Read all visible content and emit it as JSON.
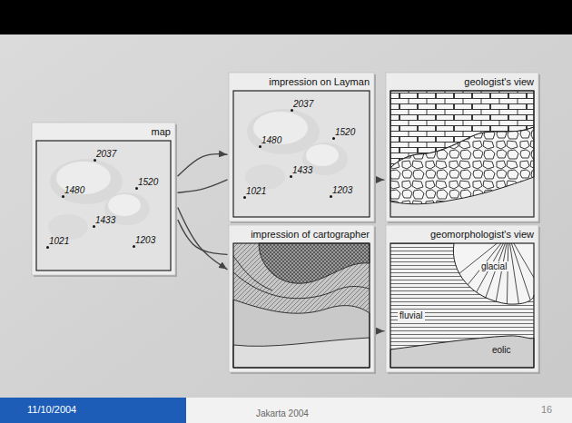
{
  "diagram": {
    "nodes": [
      {
        "text": [
          "map",
          "2037",
          "1480",
          "1520",
          "1433",
          "1021",
          "1203"
        ]
      },
      {
        "text": [
          "impression on Layman",
          "2037",
          "1480",
          "1520",
          "1433",
          "1021",
          "1203"
        ]
      },
      {
        "text": [
          "geologist's view"
        ]
      },
      {
        "text": [
          "impression of cartographer"
        ]
      },
      {
        "text": [
          "geomorphologist's view",
          "glacial",
          "fluvial",
          "eolic"
        ]
      }
    ],
    "edges": [
      {
        "from": 0,
        "to": 1,
        "arrow": "to"
      },
      {
        "from": 0,
        "to": 1,
        "arrow": "none"
      },
      {
        "from": 0,
        "to": 3,
        "arrow": "to"
      },
      {
        "from": 0,
        "to": 3,
        "arrow": "none"
      },
      {
        "from": 1,
        "to": 2,
        "arrow": "to"
      },
      {
        "from": 3,
        "to": 4,
        "arrow": "to"
      }
    ],
    "labels": [
      "11/10/2004",
      "Jakarta 2004",
      "16"
    ]
  }
}
